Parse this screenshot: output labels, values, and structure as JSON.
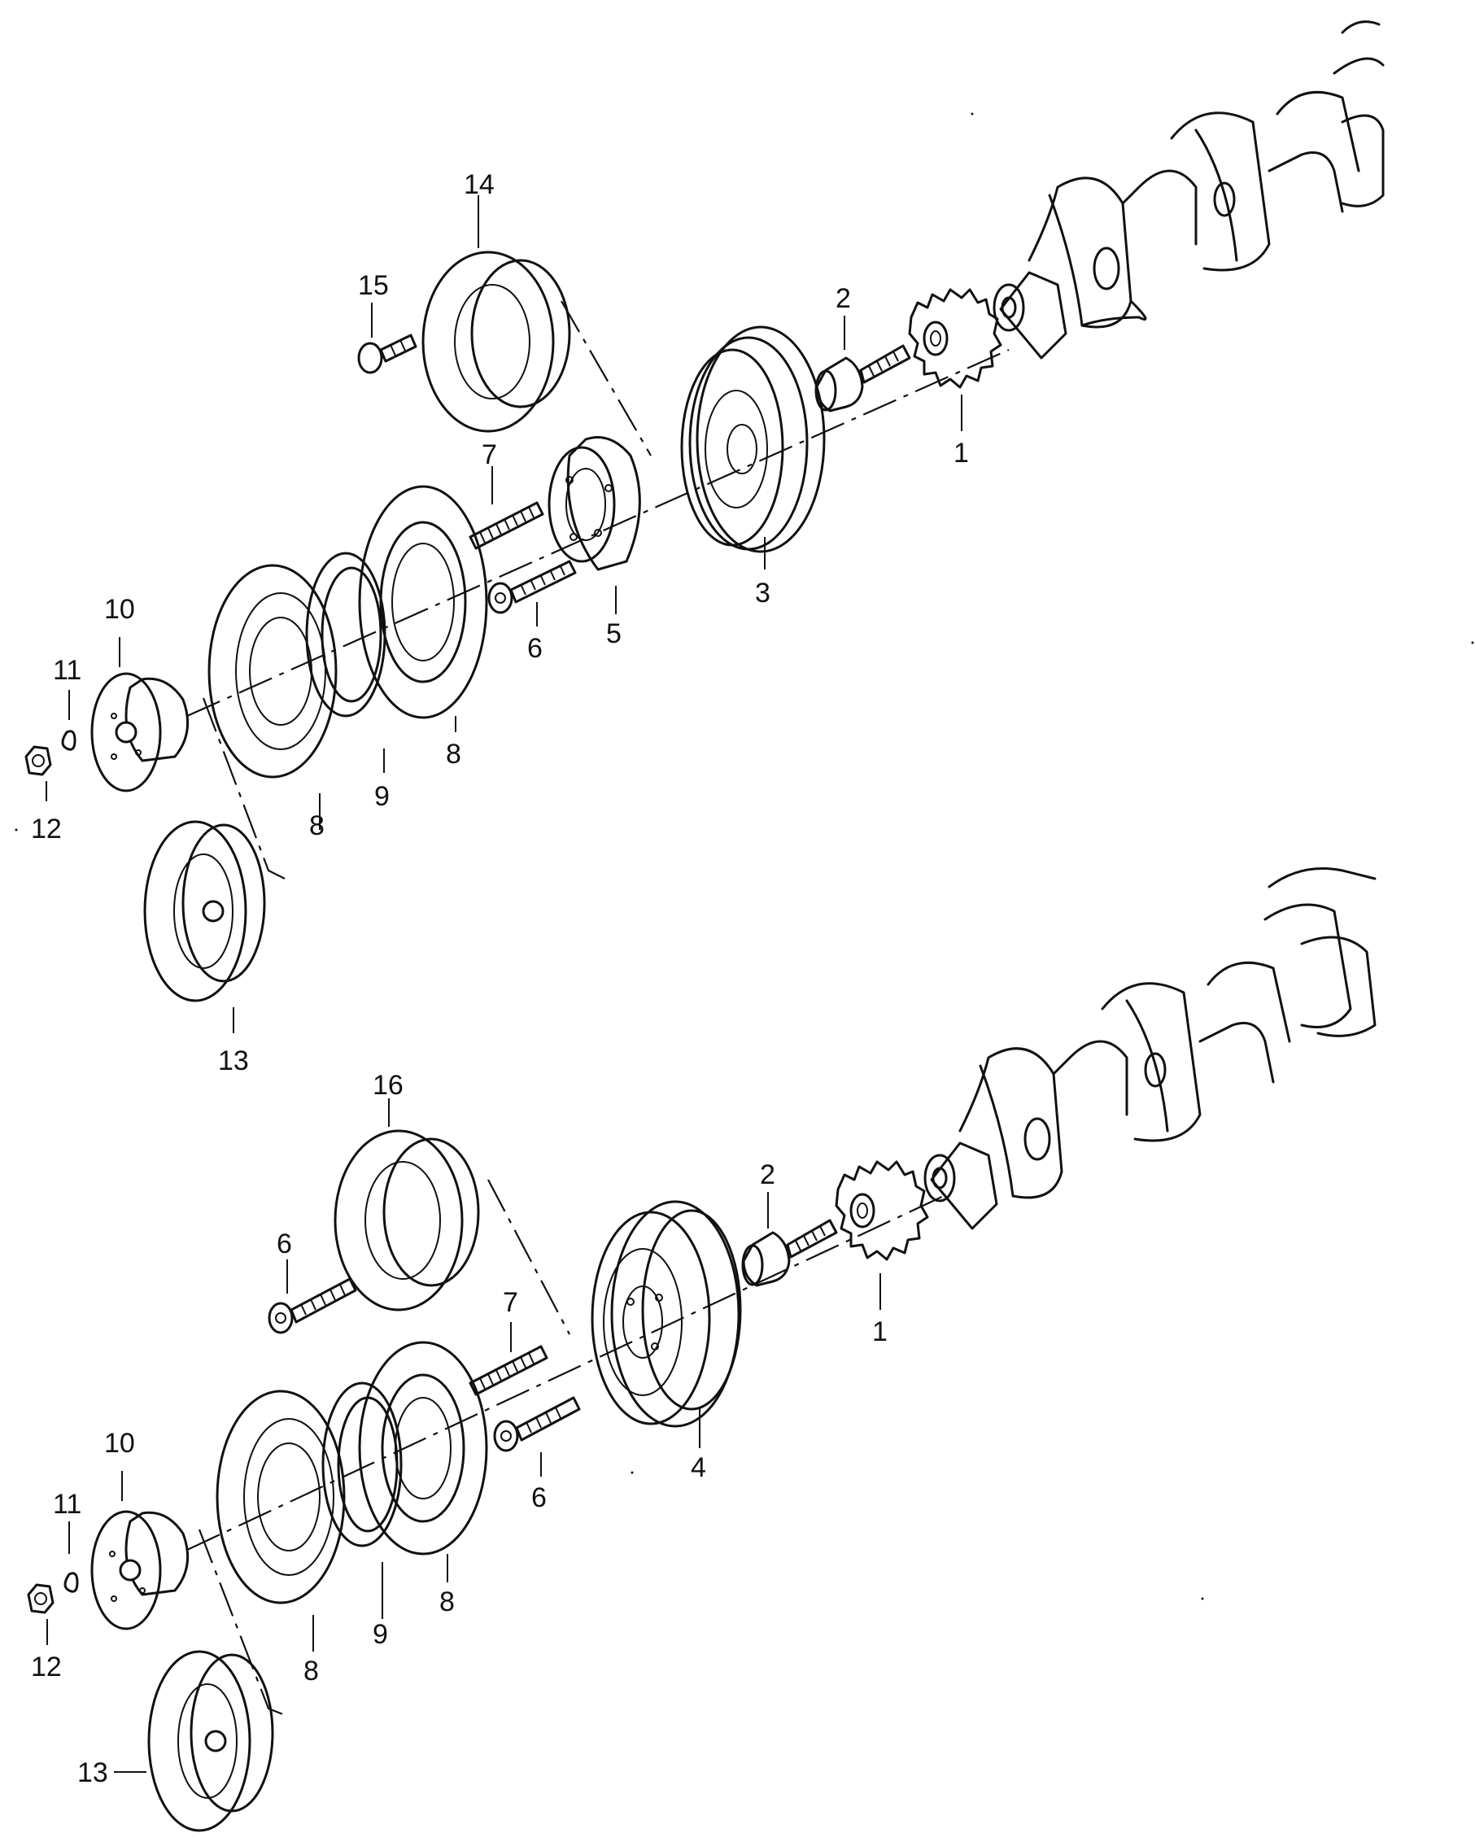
{
  "callouts": {
    "top": {
      "c1": "1",
      "c2": "2",
      "c3": "3",
      "c5": "5",
      "c6": "6",
      "c7": "7",
      "c8a": "8",
      "c8b": "8",
      "c9": "9",
      "c10": "10",
      "c11": "11",
      "c12": "12",
      "c13": "13",
      "c14": "14",
      "c15": "15"
    },
    "bottom": {
      "c1": "1",
      "c2": "2",
      "c4": "4",
      "c6a": "6",
      "c6b": "6",
      "c7": "7",
      "c8a": "8",
      "c8b": "8",
      "c9": "9",
      "c10": "10",
      "c11": "11",
      "c12": "12",
      "c13": "13",
      "c16": "16"
    }
  }
}
